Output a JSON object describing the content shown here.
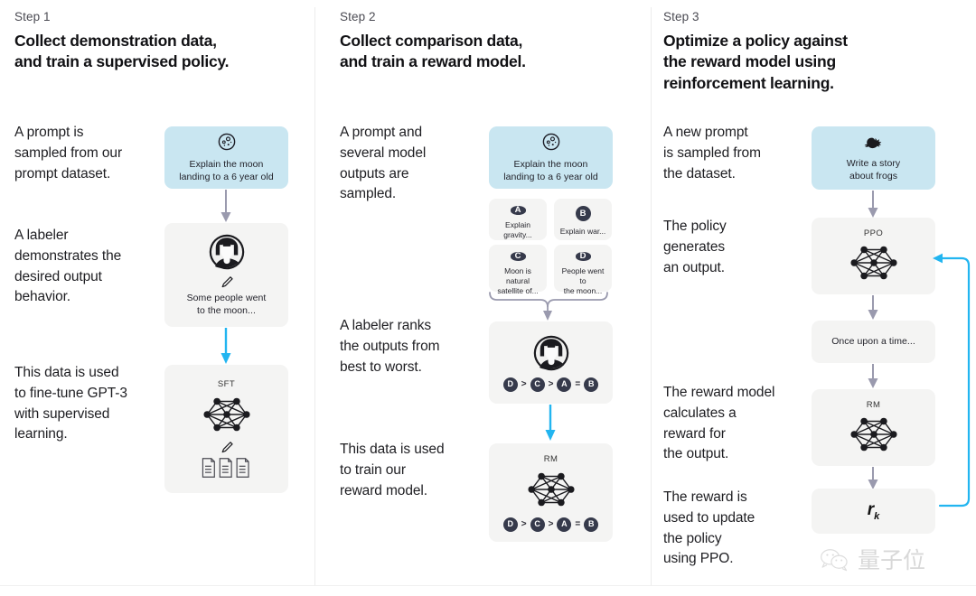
{
  "diagram": {
    "title_implied": "RLHF three-step training diagram",
    "columns": [
      {
        "step_label": "Step 1",
        "step_title": "Collect demonstration data,\nand train a supervised policy.",
        "paragraphs": [
          "A prompt is\nsampled from our\nprompt dataset.",
          "A labeler\ndemonstrates the\ndesired output\nbehavior.",
          "This data is used\nto fine-tune GPT-3\nwith supervised\nlearning."
        ],
        "cards": [
          {
            "id": "prompt",
            "icon": "moon-icon",
            "text": "Explain the moon\nlanding to a 6 year old",
            "fill": "#c9e6f1"
          },
          {
            "id": "demonstration",
            "icon": "labeler-avatar-icon",
            "sub_icon": "pencil-icon",
            "text": "Some people went\nto the moon...",
            "fill": "#f4f4f3"
          },
          {
            "id": "sft-model",
            "tag": "SFT",
            "icon": "neural-network-icon",
            "sub_icon": "pencil-icon",
            "extra_icon": "documents-icon",
            "fill": "#f4f4f3"
          }
        ],
        "arrows": [
          {
            "from": "prompt",
            "to": "demonstration",
            "color": "#9a9aae"
          },
          {
            "from": "demonstration",
            "to": "sft-model",
            "color": "#22b5f0"
          }
        ]
      },
      {
        "step_label": "Step 2",
        "step_title": "Collect comparison data,\nand train a reward model.",
        "paragraphs": [
          "A prompt and\nseveral model\noutputs are\nsampled.",
          "A labeler ranks\nthe outputs from\nbest to worst.",
          "This data is used\nto train our\nreward model."
        ],
        "cards": [
          {
            "id": "prompt",
            "icon": "moon-icon",
            "text": "Explain the moon\nlanding to a 6 year old",
            "fill": "#c9e6f1"
          },
          {
            "id": "ranking",
            "icon": "labeler-avatar-icon",
            "fill": "#f4f4f3"
          },
          {
            "id": "rm-model",
            "tag": "RM",
            "icon": "neural-network-icon",
            "fill": "#f4f4f3"
          }
        ],
        "outputs": [
          {
            "badge": "A",
            "text": "Explain gravity..."
          },
          {
            "badge": "B",
            "text": "Explain war..."
          },
          {
            "badge": "C",
            "text": "Moon is natural\nsatellite of..."
          },
          {
            "badge": "D",
            "text": "People went to\nthe moon..."
          }
        ],
        "ranking": [
          {
            "badge": "D"
          },
          {
            "op": ">"
          },
          {
            "badge": "C"
          },
          {
            "op": ">"
          },
          {
            "badge": "A"
          },
          {
            "op": "="
          },
          {
            "badge": "B"
          }
        ],
        "ranking_string": "D > C > A = B",
        "arrows": [
          {
            "from": "outputs-grid",
            "to": "ranking",
            "color": "#9a9aae",
            "style": "brace"
          },
          {
            "from": "ranking",
            "to": "rm-model",
            "color": "#22b5f0"
          }
        ]
      },
      {
        "step_label": "Step 3",
        "step_title": "Optimize a policy against\nthe reward model using\nreinforcement learning.",
        "paragraphs": [
          "A new prompt\nis sampled from\nthe dataset.",
          "The policy\ngenerates\nan output.",
          "The reward model\ncalculates a\nreward for\nthe output.",
          "The reward is\nused to update\nthe policy\nusing PPO."
        ],
        "cards": [
          {
            "id": "new-prompt",
            "icon": "frog-icon",
            "text": "Write a story\nabout frogs",
            "fill": "#c9e6f1"
          },
          {
            "id": "ppo-model",
            "tag": "PPO",
            "icon": "neural-network-icon",
            "fill": "#f4f4f3"
          },
          {
            "id": "output",
            "text": "Once upon a time...",
            "fill": "#f4f4f3"
          },
          {
            "id": "rm-model",
            "tag": "RM",
            "icon": "neural-network-icon",
            "fill": "#f4f4f3"
          },
          {
            "id": "reward",
            "text_math": "r",
            "subscript": "k",
            "fill": "#f4f4f3"
          }
        ],
        "arrows": [
          {
            "from": "new-prompt",
            "to": "ppo-model",
            "color": "#9a9aae"
          },
          {
            "from": "ppo-model",
            "to": "output",
            "color": "#9a9aae"
          },
          {
            "from": "output",
            "to": "rm-model",
            "color": "#9a9aae"
          },
          {
            "from": "rm-model",
            "to": "reward",
            "color": "#9a9aae"
          },
          {
            "from": "reward",
            "to": "ppo-model",
            "color": "#22b5f0",
            "style": "feedback-loop"
          }
        ]
      }
    ]
  },
  "watermark": {
    "logo": "wechat-icon",
    "text": "量子位"
  },
  "colors": {
    "prompt_card": "#c9e6f1",
    "neutral_card": "#f4f4f3",
    "arrow_gray": "#9a9aae",
    "arrow_blue": "#22b5f0",
    "badge": "#363a4b",
    "divider": "#ececec"
  }
}
